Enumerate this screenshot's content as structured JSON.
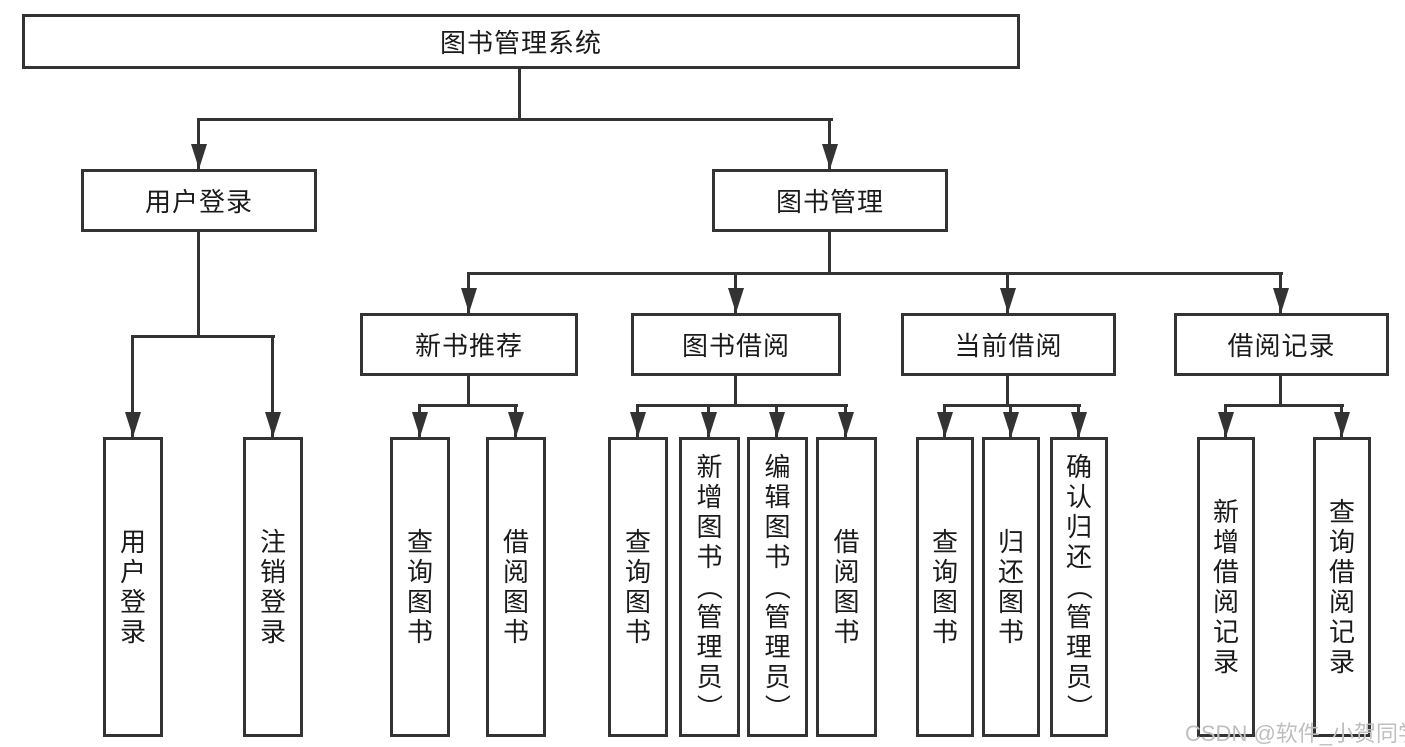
{
  "diagram": {
    "root": "图书管理系统",
    "level2": {
      "user_login": "用户登录",
      "book_mgmt": "图书管理"
    },
    "level3": {
      "new_books": "新书推荐",
      "book_borrow": "图书借阅",
      "current_borrow": "当前借阅",
      "borrow_records": "借阅记录"
    },
    "leaves": {
      "user_login": [
        "用户登录",
        "注销登录"
      ],
      "new_books": [
        "查询图书",
        "借阅图书"
      ],
      "book_borrow": [
        "查询图书",
        "新增图书（管理员）",
        "编辑图书（管理员）",
        "借阅图书"
      ],
      "current_borrow": [
        "查询图书",
        "归还图书",
        "确认归还（管理员）"
      ],
      "borrow_records": [
        "新增借阅记录",
        "查询借阅记录"
      ]
    }
  },
  "watermark": "CSDN @软件_小贺同学",
  "colors": {
    "line": "#333333",
    "text": "#1a1a1a",
    "watermark": "#bfbfbf",
    "background": "#ffffff"
  }
}
